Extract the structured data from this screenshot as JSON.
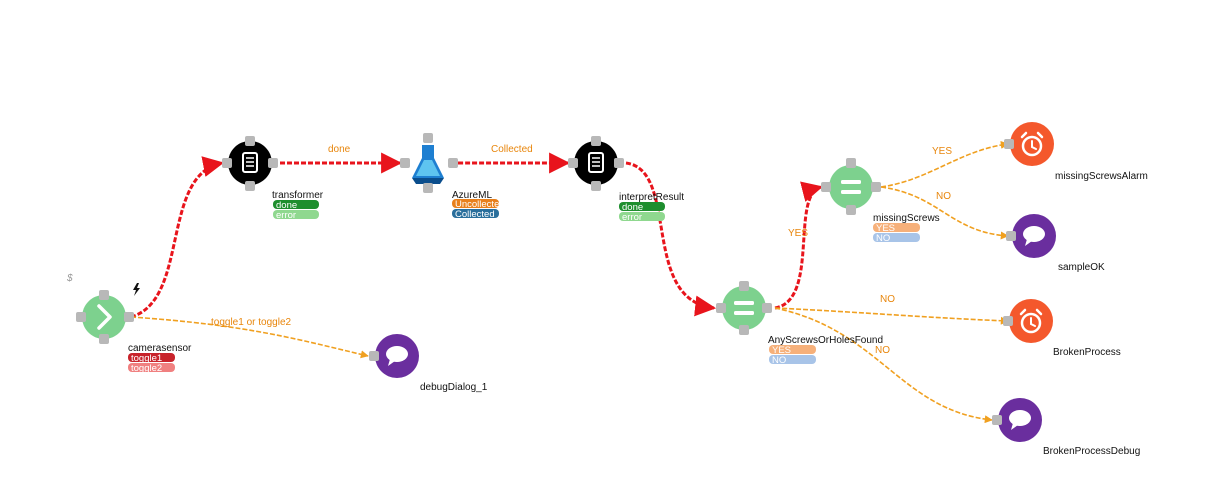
{
  "colors": {
    "active_edge": "#e8141c",
    "inactive_edge": "#f0a020",
    "start_node": "#7dd18e",
    "script_node": "#000000",
    "switch_node": "#7dd18e",
    "alarm_node": "#f4582c",
    "dialog_node": "#6a2e9e",
    "port": "#b8b8b8"
  },
  "start_marker": "$",
  "nodes": {
    "camerasensor": {
      "label": "camerasensor",
      "icon": "chevron-right-icon",
      "badges": [
        "toggle1",
        "toggle2"
      ],
      "badge_colors": [
        "#c8232b",
        "#f08080"
      ]
    },
    "transformer": {
      "label": "transformer",
      "icon": "script-icon",
      "badges": [
        "done",
        "error"
      ],
      "badge_colors": [
        "#1e8e2e",
        "#8fd88f"
      ]
    },
    "azureml": {
      "label": "AzureML",
      "icon": "azure-ml-flask-icon",
      "badges": [
        "Uncollected",
        "Collected"
      ],
      "badge_colors": [
        "#e8801c",
        "#2a6f9c"
      ]
    },
    "interpretresult": {
      "label": "interpretResult",
      "icon": "script-icon",
      "badges": [
        "done",
        "error"
      ],
      "badge_colors": [
        "#1e8e2e",
        "#8fd88f"
      ]
    },
    "anyscrews": {
      "label": "AnyScrewsOrHolesFound",
      "icon": "equals-icon",
      "badges": [
        "YES",
        "NO"
      ],
      "badge_colors": [
        "#f6b07a",
        "#a8c4e8"
      ]
    },
    "missingscrews": {
      "label": "missingScrews",
      "icon": "equals-icon",
      "badges": [
        "YES",
        "NO"
      ],
      "badge_colors": [
        "#f6b07a",
        "#a8c4e8"
      ]
    },
    "debugdialog": {
      "label": "debugDialog_1",
      "icon": "speech-bubble-icon"
    },
    "missingscrewsalarm": {
      "label": "missingScrewsAlarm",
      "icon": "alarm-clock-icon"
    },
    "sampleok": {
      "label": "sampleOK",
      "icon": "speech-bubble-icon"
    },
    "brokenprocess": {
      "label": "BrokenProcess",
      "icon": "alarm-clock-icon"
    },
    "brokenprocessdebug": {
      "label": "BrokenProcessDebug",
      "icon": "speech-bubble-icon"
    }
  },
  "edges": {
    "cam_to_transformer": {
      "label": "",
      "active": true
    },
    "cam_to_debug": {
      "label": "toggle1 or toggle2",
      "active": false
    },
    "transformer_to_azure": {
      "label": "done",
      "active": true
    },
    "azure_to_interpret": {
      "label": "Collected",
      "active": true
    },
    "interpret_to_anyscrews": {
      "label": "",
      "active": true
    },
    "anyscrews_to_missing": {
      "label": "YES",
      "active": true
    },
    "anyscrews_to_broken": {
      "label": "NO",
      "active": false
    },
    "anyscrews_to_brokendebug": {
      "label": "NO",
      "active": false
    },
    "missing_to_alarm": {
      "label": "YES",
      "active": false
    },
    "missing_to_ok": {
      "label": "NO",
      "active": false
    }
  }
}
